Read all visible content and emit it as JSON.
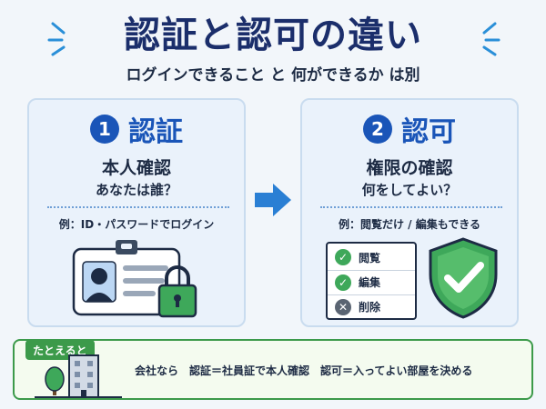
{
  "header": {
    "title": "認証と認可の違い",
    "subtitle": "ログインできること と 何ができるか は別"
  },
  "authn": {
    "number": "1",
    "title": "認証",
    "subtitle": "本人確認",
    "question": "あなたは誰？",
    "example": "例：ID・パスワードでログイン",
    "icons": [
      "id-card-icon",
      "padlock-icon"
    ]
  },
  "authz": {
    "number": "2",
    "title": "認可",
    "subtitle": "権限の確認",
    "question": "何をしてよい？",
    "example": "例：閲覧だけ / 編集もできる",
    "permissions": [
      {
        "label": "閲覧",
        "status": "allowed"
      },
      {
        "label": "編集",
        "status": "allowed"
      },
      {
        "label": "削除",
        "status": "denied"
      }
    ],
    "icons": [
      "shield-check-icon"
    ]
  },
  "footer": {
    "badge": "たとえると",
    "text": "会社なら　認証＝社員証で本人確認　認可＝入ってよい部屋を決める",
    "icons": [
      "office-building-icon",
      "tree-icon"
    ]
  },
  "colors": {
    "primary": "#1a55b8",
    "title": "#1b2e6b",
    "card_bg": "#eaf2fb",
    "green": "#3c9a4a",
    "arrow": "#2a7fd4"
  }
}
